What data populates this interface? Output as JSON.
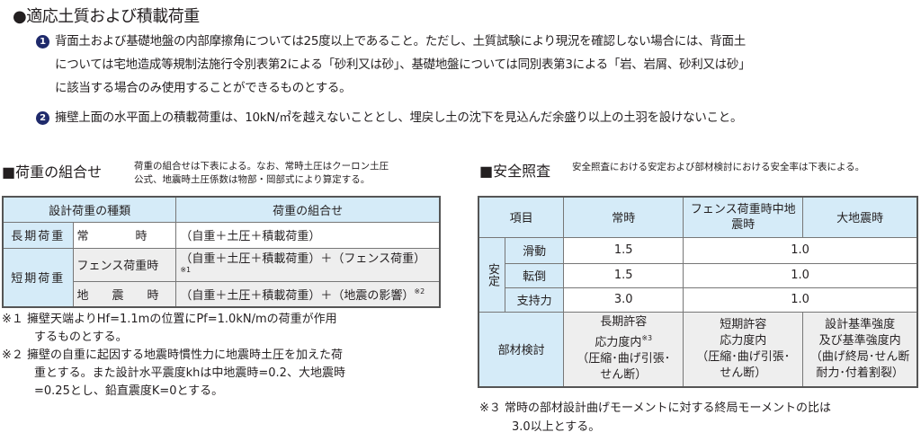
{
  "title": "●適応土質および積載荷重",
  "items": [
    {
      "num": "1",
      "lines": [
        "背面土および基礎地盤の内部摩擦角については25度以上であること。ただし、土質試験により現況を確認しない場合には、背面土",
        "については宅地造成等規制法施行令別表第2による「砂利又は砂」、基礎地盤については同別表第3による「岩、岩屑、砂利又は砂」",
        "に該当する場合のみ使用することができるものとする。"
      ]
    },
    {
      "num": "2",
      "lines": [
        "擁壁上面の水平面上の積載荷重は、10kN/㎡を越えないこととし、埋戻し土の沈下を見込んだ余盛り以上の土羽を設けないこと。"
      ]
    }
  ],
  "load": {
    "heading": "■荷重の組合せ",
    "note": [
      "荷重の組合せは下表による。なお、常時土圧はクーロン土圧",
      "公式、地震時土圧係数は物部・岡部式により算定する。"
    ],
    "headers": [
      "設計荷重の種類",
      "荷重の組合せ"
    ],
    "long_term": "長期荷重",
    "short_term": "短期荷重",
    "rows": [
      {
        "case": "常　　　　時",
        "combo": "（自重＋土圧＋積載荷重）",
        "mark": ""
      },
      {
        "case": "フェンス荷重時",
        "combo": "（自重＋土圧＋積載荷重）＋（フェンス荷重）",
        "mark": "※1"
      },
      {
        "case": "地　　震　　時",
        "combo": "（自重＋土圧＋積載荷重）＋（地震の影響）",
        "mark": "※2"
      }
    ],
    "footnotes": [
      [
        "※１ 擁壁天端よりHf=1.1mの位置にPf=1.0kN/mの荷重が作用",
        "するものとする。"
      ],
      [
        "※２ 擁壁の自重に起因する地震時慣性力に地震時土圧を加えた荷",
        "重とする。また設計水平震度khは中地震時=0.2、大地震時",
        "=0.25とし、鉛直震度K=0とする。"
      ]
    ]
  },
  "safety": {
    "heading": "■安全照査",
    "note": "安全照査における安定および部材検討における安全率は下表による。",
    "headers": [
      "項目",
      "常時",
      "フェンス荷重時中地震時",
      "大地震時"
    ],
    "stability": "安定",
    "rows": [
      {
        "item": "滑動",
        "normal": "1.5",
        "other": "1.0"
      },
      {
        "item": "転倒",
        "normal": "1.5",
        "other": "1.0"
      },
      {
        "item": "支持力",
        "normal": "3.0",
        "other": "1.0"
      }
    ],
    "member": {
      "label": "部材検討",
      "normal": [
        "長期許容",
        "応力度内",
        "（圧縮･曲げ引張･",
        "せん断）"
      ],
      "normal_mark": "※3",
      "mid": [
        "短期許容",
        "応力度内",
        "（圧縮･曲げ引張･",
        "せん断）"
      ],
      "large": [
        "設計基準強度",
        "及び基準強度内",
        "（曲げ終局･せん断",
        "耐力･付着割裂）"
      ]
    },
    "footnote": [
      "※３ 常時の部材設計曲げモーメントに対する終局モーメントの比は",
      "3.0以上とする。"
    ]
  }
}
